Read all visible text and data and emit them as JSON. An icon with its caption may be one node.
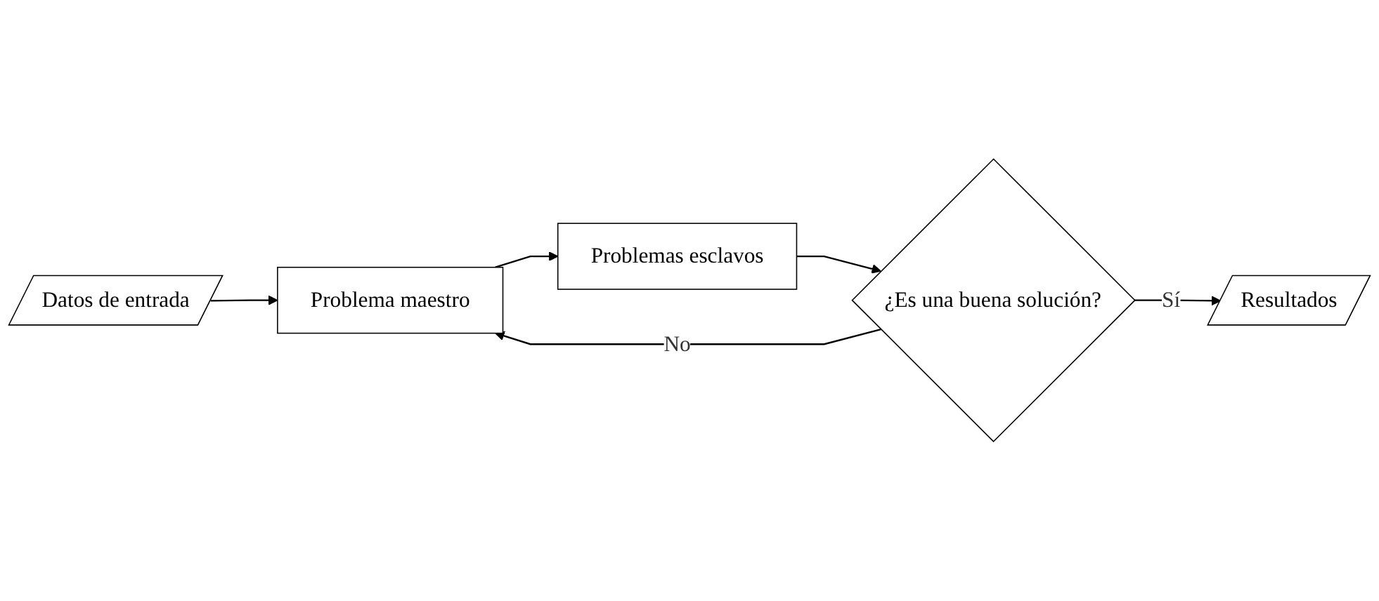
{
  "diagram": {
    "nodes": [
      {
        "text": [
          "Datos de entrada"
        ]
      },
      {
        "text": [
          "Problema maestro"
        ]
      },
      {
        "text": [
          "Problemas esclavos"
        ]
      },
      {
        "text": [
          "¿Es una buena solución?"
        ]
      },
      {
        "text": [
          "Resultados"
        ]
      }
    ],
    "edges": [
      {
        "from": 0,
        "to": 1,
        "arrow": "to"
      },
      {
        "from": 1,
        "to": 2,
        "arrow": "to"
      },
      {
        "from": 2,
        "to": 3,
        "arrow": "to"
      },
      {
        "from": 3,
        "to": 1,
        "label": "No",
        "arrow": "to"
      },
      {
        "from": 3,
        "to": 4,
        "label": "Sí",
        "arrow": "to"
      }
    ]
  }
}
